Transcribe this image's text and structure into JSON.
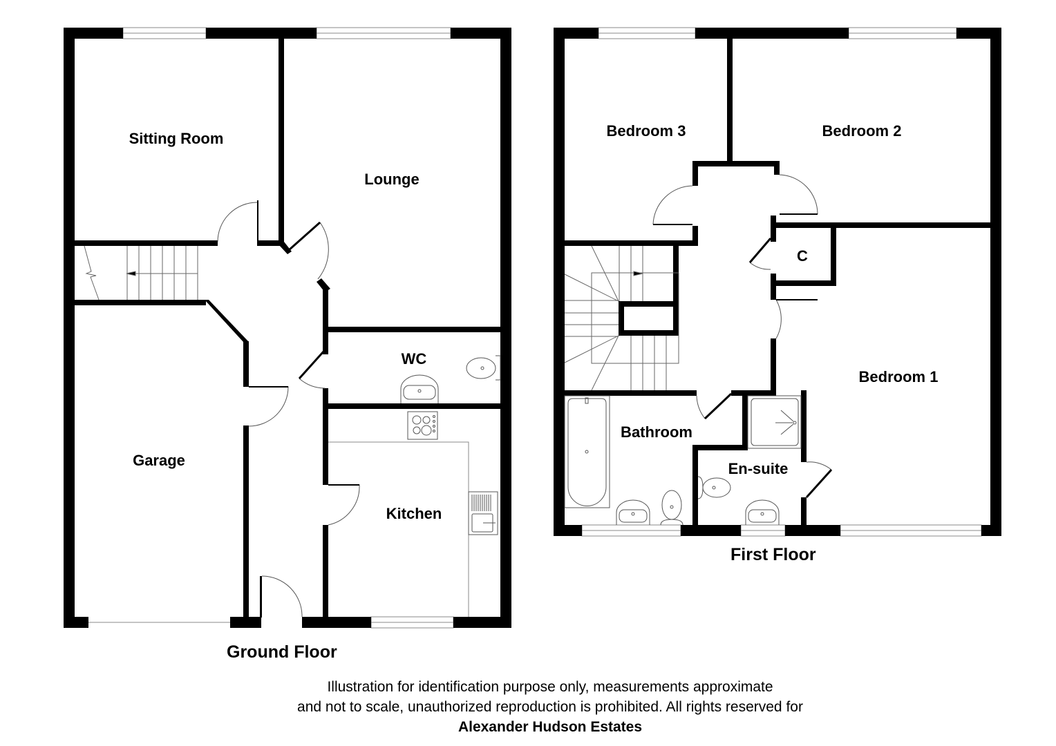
{
  "ground_floor": {
    "title": "Ground Floor",
    "rooms": {
      "sitting_room": "Sitting Room",
      "lounge": "Lounge",
      "wc": "WC",
      "garage": "Garage",
      "kitchen": "Kitchen"
    }
  },
  "first_floor": {
    "title": "First Floor",
    "rooms": {
      "bedroom_3": "Bedroom 3",
      "bedroom_2": "Bedroom 2",
      "cupboard": "C",
      "bedroom_1": "Bedroom 1",
      "bathroom": "Bathroom",
      "en_suite": "En-suite"
    }
  },
  "disclaimer": {
    "line1": "Illustration for identification purpose only, measurements approximate",
    "line2": "and not to scale, unauthorized reproduction is prohibited. All rights reserved for",
    "company": "Alexander Hudson Estates"
  },
  "colors": {
    "wall": "#000000",
    "fixture_line": "#555555",
    "background": "#ffffff"
  }
}
